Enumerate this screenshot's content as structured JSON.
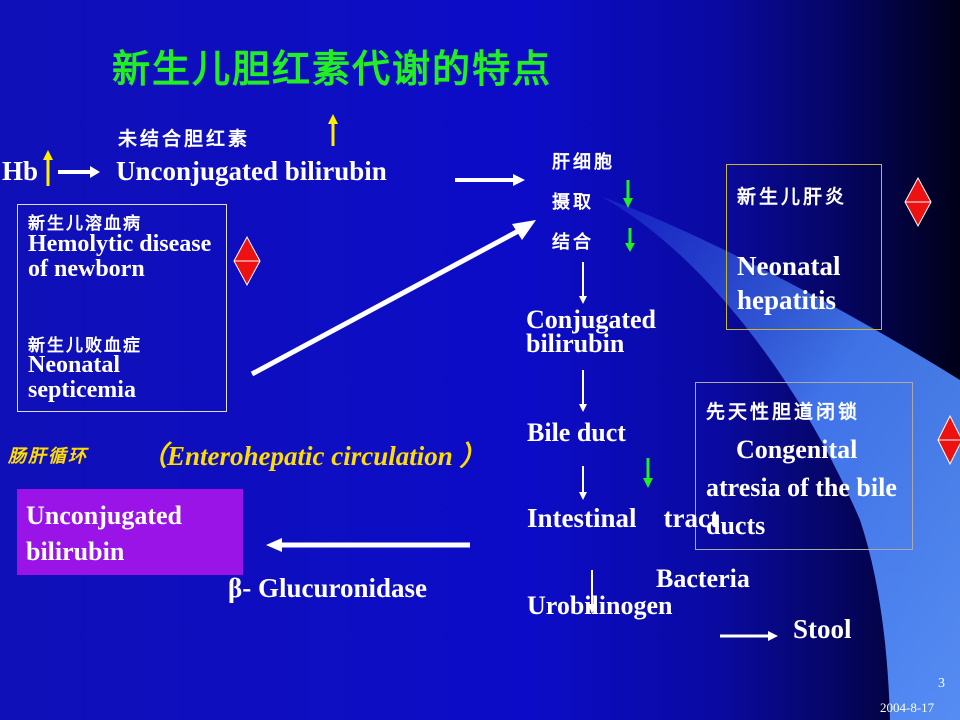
{
  "title": "新生儿胆红素代谢的特点",
  "top_row": {
    "cn_label": "未结合胆红素",
    "hb": "Hb",
    "unconj": "Unconjugated bilirubin"
  },
  "hepatocyte": {
    "l1": "肝细胞",
    "l2": "摄取",
    "l3": "结合"
  },
  "left_box": {
    "hemolytic_cn": "新生儿溶血病",
    "hemolytic_en": "Hemolytic disease of newborn",
    "sepsis_cn": "新生儿败血症",
    "sepsis_en": "Neonatal septicemia"
  },
  "hepatitis_box": {
    "cn": "新生儿肝炎",
    "en": "Neonatal hepatitis"
  },
  "atresia_box": {
    "cn": "先天性胆道闭锁",
    "en": "Congenital atresia of the bile ducts"
  },
  "enterohepatic": {
    "cn": "肠肝循环",
    "en": "（Enterohepatic circulation ）"
  },
  "purple_box": {
    "line1": "Unconjugated",
    "line2": "bilirubin"
  },
  "flow": {
    "conjugated": "Conjugated bilirubin",
    "bile_duct": "Bile duct",
    "intestinal": "Intestinal    tract",
    "bacteria": "Bacteria",
    "urobilinogen": "Urobilinogen",
    "stool": "Stool",
    "glucuronidase": "β- Glucuronidase"
  },
  "footer": {
    "page": "3",
    "date": "2004-8-17"
  },
  "colors": {
    "title_green": "#22ee22",
    "up_arrow_yellow": "#ffee00",
    "down_arrow_green": "#22ee22",
    "diamond_red": "#ee1111",
    "purple_box": "#9a14e8",
    "enterohepatic_yellow": "#ffdd00",
    "beam_blue": "#3c78ff"
  }
}
